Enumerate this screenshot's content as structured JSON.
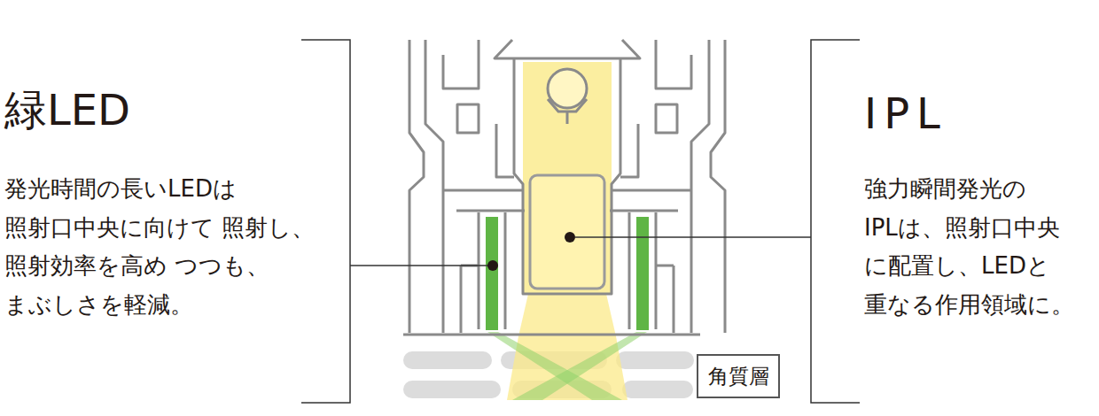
{
  "diagram": {
    "nodes": [
      {
        "text": [
          "角質層"
        ]
      }
    ],
    "labels": [
      "緑LED",
      "発光時間の長いLEDは 照射口中央に向けて 照射し、照射効率を高め つつも、まぶしさを軽減。",
      "IPL",
      "強力瞬間発光の IPLは、照射口中央 に配置し、LEDと 重なる作用領域に。"
    ]
  }
}
